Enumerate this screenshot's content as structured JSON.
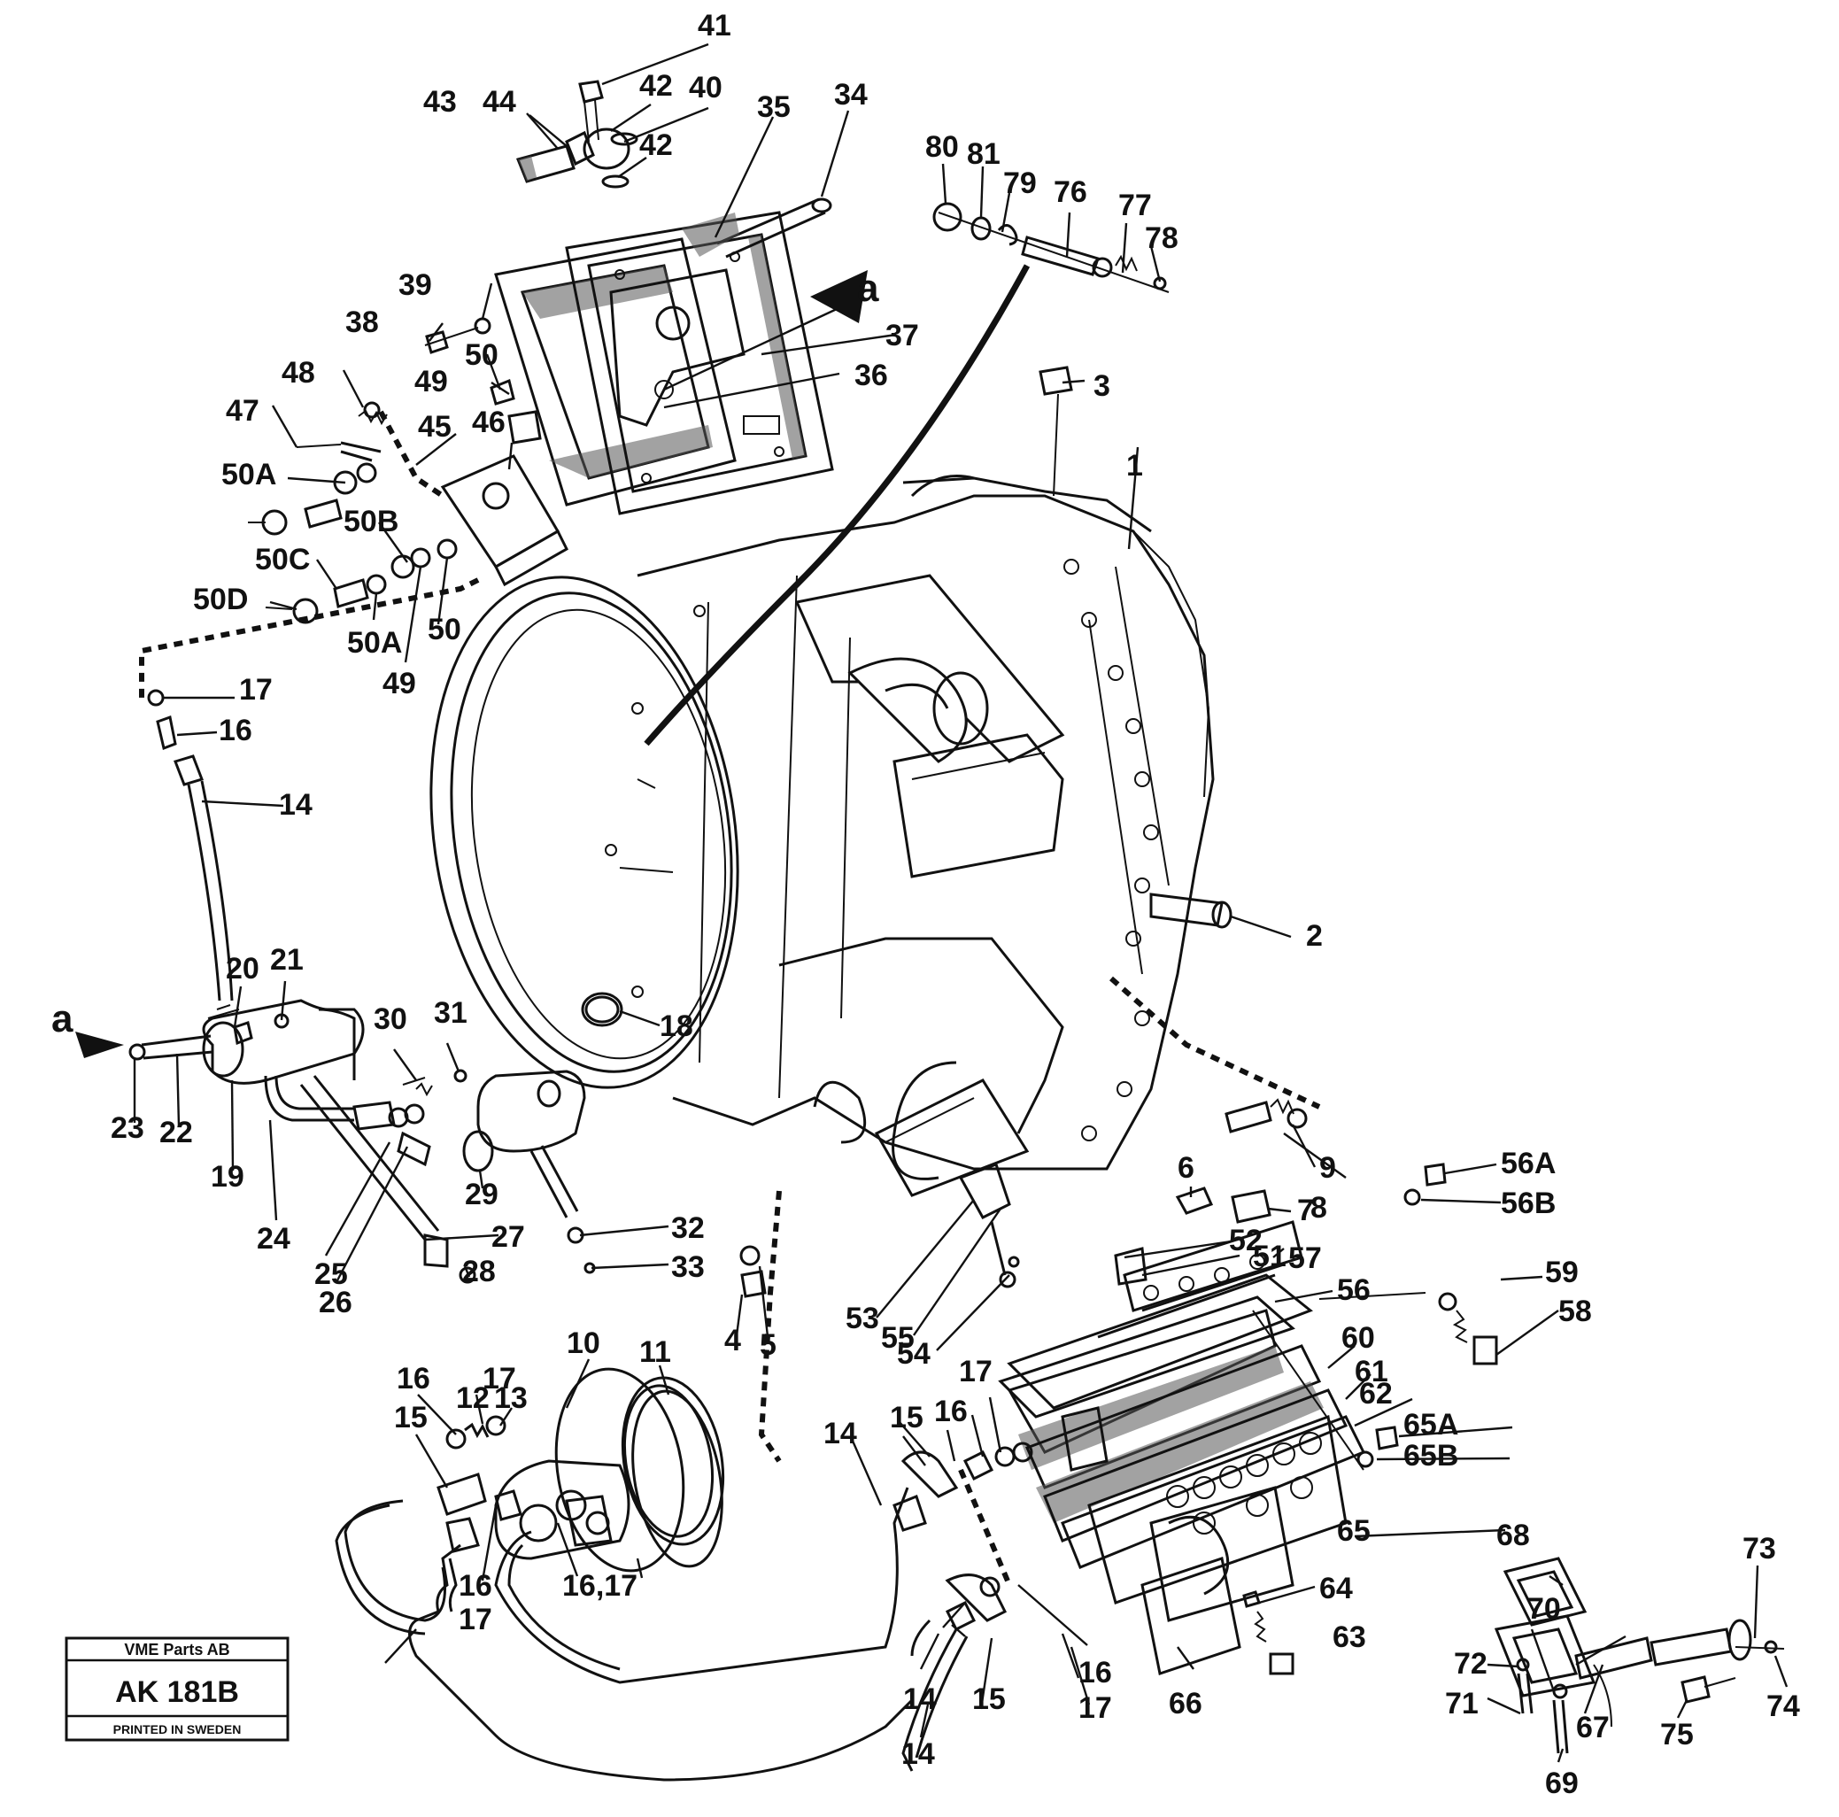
{
  "callouts": [
    {
      "id": "c41",
      "text": "41"
    },
    {
      "id": "c42a",
      "text": "42"
    },
    {
      "id": "c40",
      "text": "40"
    },
    {
      "id": "c35",
      "text": "35"
    },
    {
      "id": "c34",
      "text": "34"
    },
    {
      "id": "c43",
      "text": "43"
    },
    {
      "id": "c44",
      "text": "44"
    },
    {
      "id": "c42b",
      "text": "42"
    },
    {
      "id": "c80",
      "text": "80"
    },
    {
      "id": "c81",
      "text": "81"
    },
    {
      "id": "c79",
      "text": "79"
    },
    {
      "id": "c76",
      "text": "76"
    },
    {
      "id": "c77",
      "text": "77"
    },
    {
      "id": "c78",
      "text": "78"
    },
    {
      "id": "ca1",
      "text": "a"
    },
    {
      "id": "c37",
      "text": "37"
    },
    {
      "id": "c39",
      "text": "39"
    },
    {
      "id": "c38",
      "text": "38"
    },
    {
      "id": "c50a",
      "text": "50"
    },
    {
      "id": "c49a",
      "text": "49"
    },
    {
      "id": "c36",
      "text": "36"
    },
    {
      "id": "c3",
      "text": "3"
    },
    {
      "id": "c48",
      "text": "48"
    },
    {
      "id": "c47",
      "text": "47"
    },
    {
      "id": "c45",
      "text": "45"
    },
    {
      "id": "c46",
      "text": "46"
    },
    {
      "id": "c50A1",
      "text": "50A"
    },
    {
      "id": "c1",
      "text": "1"
    },
    {
      "id": "c50B",
      "text": "50B"
    },
    {
      "id": "c50C",
      "text": "50C"
    },
    {
      "id": "c50D",
      "text": "50D"
    },
    {
      "id": "c50A2",
      "text": "50A"
    },
    {
      "id": "c50b",
      "text": "50"
    },
    {
      "id": "c49b",
      "text": "49"
    },
    {
      "id": "c17a",
      "text": "17"
    },
    {
      "id": "c16a",
      "text": "16"
    },
    {
      "id": "c14a",
      "text": "14"
    },
    {
      "id": "c2",
      "text": "2"
    },
    {
      "id": "c20",
      "text": "20"
    },
    {
      "id": "c21",
      "text": "21"
    },
    {
      "id": "c30",
      "text": "30"
    },
    {
      "id": "c31",
      "text": "31"
    },
    {
      "id": "c18",
      "text": "18"
    },
    {
      "id": "ca2",
      "text": "a"
    },
    {
      "id": "c23",
      "text": "23"
    },
    {
      "id": "c22",
      "text": "22"
    },
    {
      "id": "c19",
      "text": "19"
    },
    {
      "id": "c29",
      "text": "29"
    },
    {
      "id": "c9",
      "text": "9"
    },
    {
      "id": "c8",
      "text": "8"
    },
    {
      "id": "c6",
      "text": "6"
    },
    {
      "id": "c7",
      "text": "7"
    },
    {
      "id": "c56A",
      "text": "56A"
    },
    {
      "id": "c56B",
      "text": "56B"
    },
    {
      "id": "c24",
      "text": "24"
    },
    {
      "id": "c25",
      "text": "25"
    },
    {
      "id": "c27",
      "text": "27"
    },
    {
      "id": "c32",
      "text": "32"
    },
    {
      "id": "c33",
      "text": "33"
    },
    {
      "id": "c28",
      "text": "28"
    },
    {
      "id": "c26",
      "text": "26"
    },
    {
      "id": "c52",
      "text": "52"
    },
    {
      "id": "c51",
      "text": "51"
    },
    {
      "id": "c57",
      "text": "57"
    },
    {
      "id": "c4",
      "text": "4"
    },
    {
      "id": "c5",
      "text": "5"
    },
    {
      "id": "c53",
      "text": "53"
    },
    {
      "id": "c55",
      "text": "55"
    },
    {
      "id": "c54",
      "text": "54"
    },
    {
      "id": "c56",
      "text": "56"
    },
    {
      "id": "c59",
      "text": "59"
    },
    {
      "id": "c58",
      "text": "58"
    },
    {
      "id": "c11",
      "text": "11"
    },
    {
      "id": "c10",
      "text": "10"
    },
    {
      "id": "c17b",
      "text": "17"
    },
    {
      "id": "c16b",
      "text": "16"
    },
    {
      "id": "c12",
      "text": "12"
    },
    {
      "id": "c13",
      "text": "13"
    },
    {
      "id": "c60",
      "text": "60"
    },
    {
      "id": "c61",
      "text": "61"
    },
    {
      "id": "c17c",
      "text": "17"
    },
    {
      "id": "c14b",
      "text": "14"
    },
    {
      "id": "c15a",
      "text": "15"
    },
    {
      "id": "c16c",
      "text": "16"
    },
    {
      "id": "c15b",
      "text": "15"
    },
    {
      "id": "c62",
      "text": "62"
    },
    {
      "id": "c65A",
      "text": "65A"
    },
    {
      "id": "c65B",
      "text": "65B"
    },
    {
      "id": "c65",
      "text": "65"
    },
    {
      "id": "c68",
      "text": "68"
    },
    {
      "id": "c73",
      "text": "73"
    },
    {
      "id": "c16d",
      "text": "16"
    },
    {
      "id": "c17d",
      "text": "17"
    },
    {
      "id": "c1617",
      "text": "16,17"
    },
    {
      "id": "c64",
      "text": "64"
    },
    {
      "id": "c70",
      "text": "70"
    },
    {
      "id": "c63",
      "text": "63"
    },
    {
      "id": "c72",
      "text": "72"
    },
    {
      "id": "c14c",
      "text": "14"
    },
    {
      "id": "c15c",
      "text": "15"
    },
    {
      "id": "c16e",
      "text": "16"
    },
    {
      "id": "c17e",
      "text": "17"
    },
    {
      "id": "c66",
      "text": "66"
    },
    {
      "id": "c74",
      "text": "74"
    },
    {
      "id": "c71",
      "text": "71"
    },
    {
      "id": "c67",
      "text": "67"
    },
    {
      "id": "c75",
      "text": "75"
    },
    {
      "id": "c14d",
      "text": "14"
    },
    {
      "id": "c69",
      "text": "69"
    }
  ],
  "stamp": {
    "company": "VME Parts AB",
    "code": "AK 181B",
    "footer": "PRINTED IN SWEDEN"
  }
}
